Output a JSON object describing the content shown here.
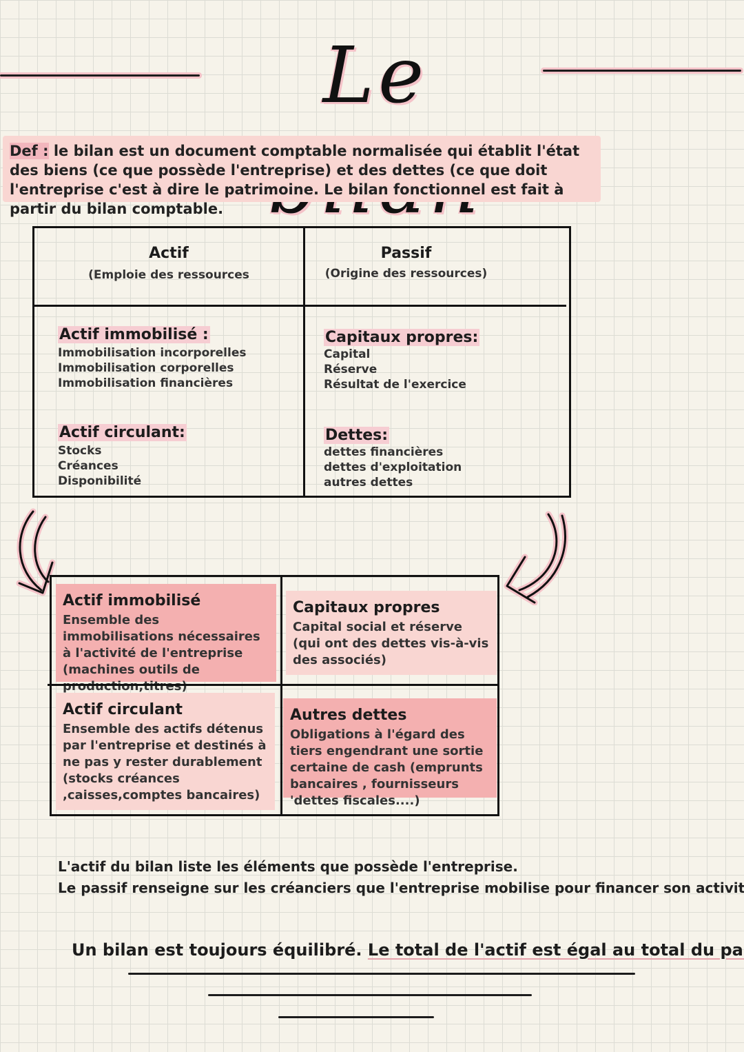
{
  "title": "Le bilan",
  "definition": {
    "label": "Def :",
    "text": " le bilan est un document comptable normalisée qui établit l'état des biens (ce que possède l'entreprise) et des dettes (ce que doit l'entreprise c'est à dire le patrimoine. Le bilan fonctionnel est fait à partir du bilan comptable."
  },
  "bilan_table": {
    "actif_header": {
      "title": "Actif",
      "subtitle": "(Emploie des ressources"
    },
    "passif_header": {
      "title": "Passif",
      "subtitle": "(Origine des ressources)"
    },
    "actif_immobilise": {
      "title": "Actif immobilisé :",
      "items": [
        "Immobilisation incorporelles",
        "Immobilisation corporelles",
        "Immobilisation financières"
      ]
    },
    "actif_circulant": {
      "title": "Actif circulant:",
      "items": [
        "Stocks",
        "Créances",
        "Disponibilité"
      ]
    },
    "capitaux_propres": {
      "title": "Capitaux propres:",
      "items": [
        "Capital",
        "Réserve",
        "Résultat de l'exercice"
      ]
    },
    "dettes": {
      "title": "Dettes:",
      "items": [
        "dettes financières",
        "dettes d'exploitation",
        "autres dettes"
      ]
    }
  },
  "detail_table": {
    "actif_immobilise": {
      "title": "Actif immobilisé",
      "text": "Ensemble des immobilisations nécessaires à l'activité de l'entreprise (machines outils de production,titres)"
    },
    "capitaux_propres": {
      "title": "Capitaux propres",
      "text": "Capital social et réserve (qui ont des dettes vis-à-vis des associés)"
    },
    "actif_circulant": {
      "title": "Actif circulant",
      "text": "Ensemble des actifs détenus par l'entreprise et destinés à ne pas y rester durablement (stocks créances ,caisses,comptes bancaires)"
    },
    "autres_dettes": {
      "title": "Autres dettes",
      "text": "Obligations à l'égard des tiers engendrant une sortie certaine de cash (emprunts bancaires , fournisseurs 'dettes fiscales....)"
    }
  },
  "notes": {
    "line1": "L'actif du bilan liste les éléments que possède l'entreprise.",
    "line2": "Le passif renseigne sur les créanciers que l'entreprise mobilise pour financer son activité"
  },
  "conclusion": {
    "part1": "Un bilan est toujours équilibré. ",
    "part2": "Le total de l'actif est égal au total du passif"
  },
  "colors": {
    "highlight_light": "#f9d6d2",
    "highlight_medium": "#f7c3c0",
    "highlight_dark": "#f4b0b0",
    "ink": "#1c1c1c"
  }
}
